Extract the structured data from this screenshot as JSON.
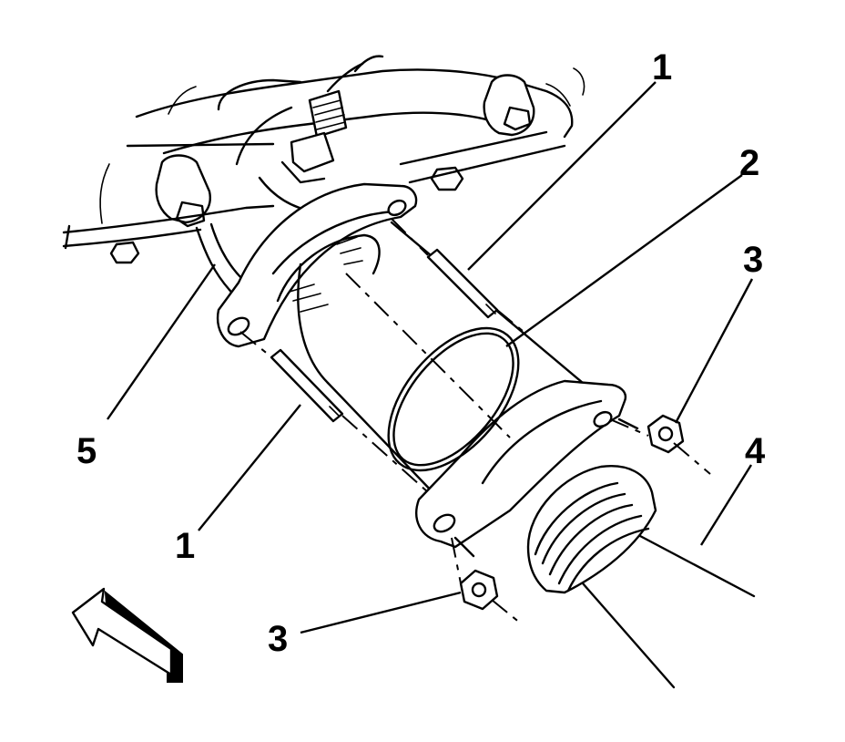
{
  "callouts": [
    {
      "id": "1a",
      "label": "1"
    },
    {
      "id": "2",
      "label": "2"
    },
    {
      "id": "3a",
      "label": "3"
    },
    {
      "id": "4",
      "label": "4"
    },
    {
      "id": "5",
      "label": "5"
    },
    {
      "id": "1b",
      "label": "1"
    },
    {
      "id": "3b",
      "label": "3"
    }
  ],
  "colors": {
    "line": "#000000",
    "background": "#ffffff"
  },
  "icons": {
    "direction_arrow": "direction-arrow-icon"
  }
}
